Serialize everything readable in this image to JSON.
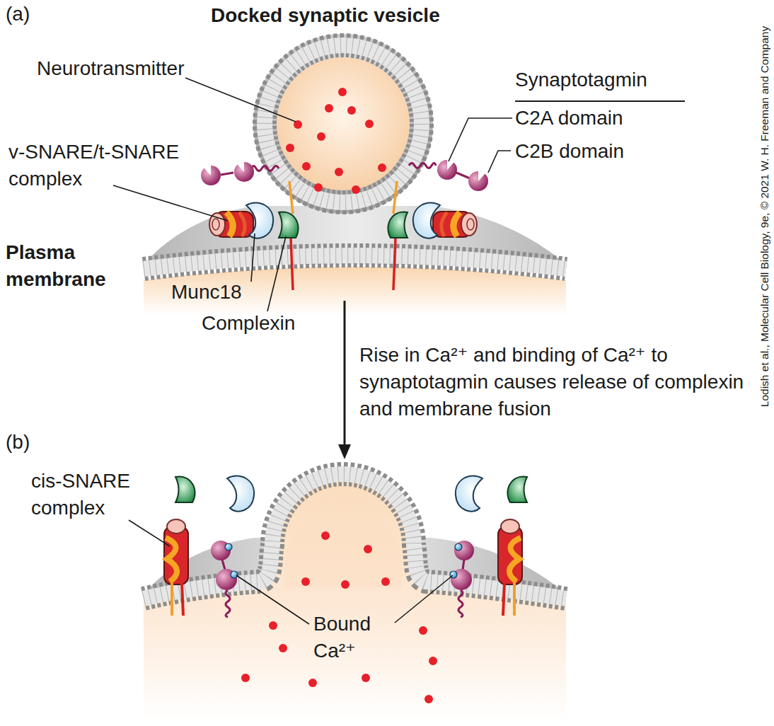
{
  "diagram": {
    "labels": [
      "(a)",
      "Docked synaptic vesicle",
      "Neurotransmitter",
      "Synaptotagmin",
      "C2A domain",
      "C2B domain",
      "v-SNARE/t-SNARE complex",
      "Plasma membrane",
      "Munc18",
      "Complexin",
      "Rise in Ca²⁺ and binding of Ca²⁺ to synaptotagmin causes release of complexin and membrane fusion",
      "(b)",
      "cis-SNARE complex",
      "Bound Ca²⁺",
      "Lodish et al., Molecular Cell Biology, 9e, © 2021 W. H. Freeman and Company"
    ]
  }
}
